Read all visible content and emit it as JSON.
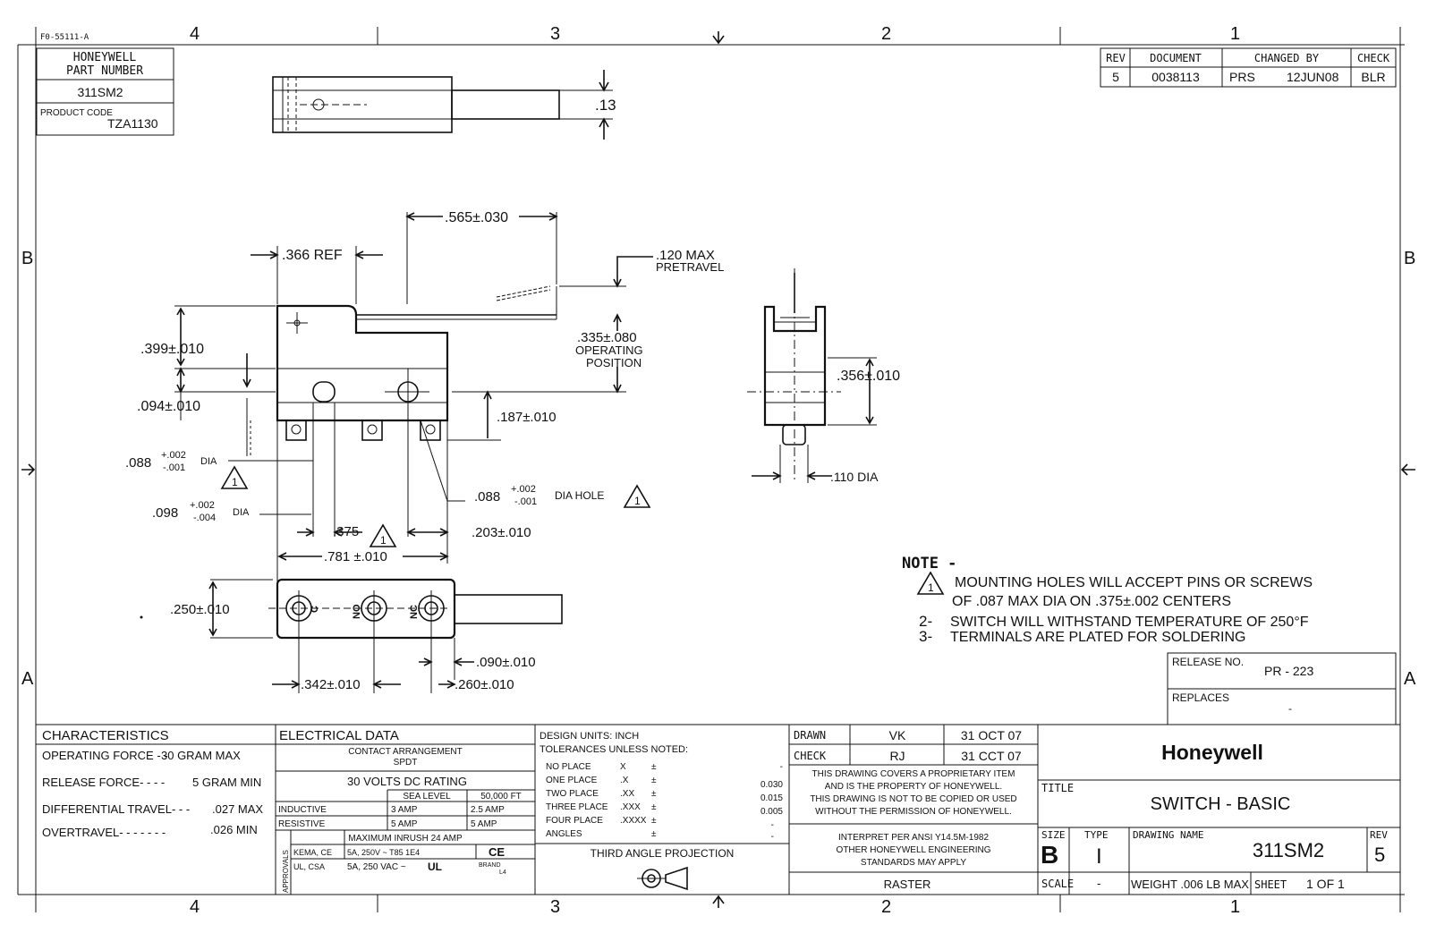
{
  "form_number": "F0-55111-A",
  "zones": {
    "top": [
      "4",
      "3",
      "2",
      "1"
    ],
    "bottom": [
      "4",
      "3",
      "2",
      "1"
    ],
    "left": [
      "B",
      "A"
    ],
    "right": [
      "B",
      "A"
    ]
  },
  "part_box": {
    "label_line1": "HONEYWELL",
    "label_line2": "PART NUMBER",
    "part_number": "311SM2",
    "product_code_label": "PRODUCT CODE",
    "product_code": "TZA1130"
  },
  "revision_block": {
    "headers": [
      "REV",
      "DOCUMENT",
      "CHANGED BY",
      "CHECK"
    ],
    "rev": "5",
    "document": "0038113",
    "changed_by": "PRS",
    "date": "12JUN08",
    "check": "BLR"
  },
  "dimensions": {
    "top_thickness": ".13",
    "d565": ".565±.030",
    "d366": ".366 REF",
    "pretravel_1": ".120 MAX",
    "pretravel_2": "PRETRAVEL",
    "d399": ".399±.010",
    "op_pos_1": ".335±.080",
    "op_pos_2": "OPERATING",
    "op_pos_3": "POSITION",
    "d094": ".094±.010",
    "d187": ".187±.010",
    "d088_base": ".088",
    "d088_tol_up": "+.002",
    "d088_tol_dn": "-.001",
    "d088_dia": "DIA",
    "hole_base": ".088",
    "hole_tol_up": "+.002",
    "hole_tol_dn": "-.001",
    "hole_text": "DIA HOLE",
    "d098_base": ".098",
    "d098_tol_up": "+.002",
    "d098_tol_dn": "-.004",
    "d098_dia": "DIA",
    "d375": ".375",
    "d203": ".203±.010",
    "d781": ".781 ±.010",
    "d250": ".250±.010",
    "d090": ".090±.010",
    "d342": ".342±.010",
    "d260": ".260±.010",
    "d356": ".356±.010",
    "d110": ".110 DIA",
    "term_c": "C",
    "term_no": "NO",
    "term_nc": "NC",
    "warn_symbol": "1"
  },
  "notes": {
    "title": "NOTE -",
    "n1_line1": "MOUNTING HOLES WILL ACCEPT PINS OR SCREWS",
    "n1_line2": "OF .087 MAX DIA ON .375±.002 CENTERS",
    "n2_num": "2-",
    "n2": "SWITCH WILL WITHSTAND TEMPERATURE OF 250°F",
    "n3_num": "3-",
    "n3": "TERMINALS ARE PLATED FOR SOLDERING"
  },
  "release": {
    "release_label": "RELEASE NO.",
    "release_no": "PR - 223",
    "replaces_label": "REPLACES",
    "replaces": "-"
  },
  "characteristics": {
    "title": "CHARACTERISTICS",
    "rows": [
      {
        "label": "OPERATING FORCE - -",
        "value": "30  GRAM  MAX"
      },
      {
        "label": "RELEASE FORCE- - - -",
        "value": "5  GRAM   MIN"
      },
      {
        "label": "DIFFERENTIAL TRAVEL- - -",
        "value": ".027 MAX"
      },
      {
        "label": "OVERTRAVEL- - - - - - -",
        "value": ".026 MIN"
      }
    ]
  },
  "electrical": {
    "title": "ELECTRICAL DATA",
    "contact_1": "CONTACT ARRANGEMENT",
    "contact_2": "SPDT",
    "rating": "30 VOLTS DC RATING",
    "col_sea": "SEA LEVEL",
    "col_ft": "50,000 FT",
    "inductive": "INDUCTIVE",
    "ind_sea": "3 AMP",
    "ind_ft": "2.5 AMP",
    "resistive": "RESISTIVE",
    "res_sea": "5 AMP",
    "res_ft": "5 AMP",
    "inrush": "MAXIMUM INRUSH    24 AMP",
    "approvals": "APPROVALS",
    "kema": "KEMA, CE",
    "kema_val": "5A, 250V ~  T85 1E4",
    "ce": "CE",
    "ul": "UL, CSA",
    "ul_val": "5A, 250 VAC ~",
    "ul_mark": "UL",
    "brand": "BRAND",
    "brand_val": "L4"
  },
  "design": {
    "units": "DESIGN UNITS:  INCH",
    "tol": "TOLERANCES UNLESS NOTED:",
    "rows": [
      {
        "label": "NO PLACE",
        "x": "X",
        "pm": "±",
        "val": "-"
      },
      {
        "label": "ONE PLACE",
        "x": ".X",
        "pm": "±",
        "val": "0.030"
      },
      {
        "label": "TWO PLACE",
        "x": ".XX",
        "pm": "±",
        "val": "0.015"
      },
      {
        "label": "THREE PLACE",
        "x": ".XXX",
        "pm": "±",
        "val": "0.005"
      },
      {
        "label": "FOUR PLACE",
        "x": ".XXXX",
        "pm": "±",
        "val": "-"
      },
      {
        "label": "ANGLES",
        "x": "",
        "pm": "±",
        "val": "-"
      }
    ],
    "projection": "THIRD ANGLE PROJECTION"
  },
  "signoff": {
    "drawn_label": "DRAWN",
    "drawn_by": "VK",
    "drawn_date": "31 OCT 07",
    "check_label": "CHECK",
    "check_by": "RJ",
    "check_date": "31 CCT 07",
    "prop_1": "THIS DRAWING COVERS A PROPRIETARY ITEM",
    "prop_2": "AND IS THE PROPERTY OF HONEYWELL.",
    "prop_3": "THIS DRAWING IS NOT TO BE COPIED OR USED",
    "prop_4": "WITHOUT THE PERMISSION OF HONEYWELL.",
    "ansi_1": "INTERPRET PER ANSI Y14.5M-1982",
    "ansi_2": "OTHER HONEYWELL ENGINEERING",
    "ansi_3": "STANDARDS MAY APPLY",
    "raster": "RASTER"
  },
  "title_block": {
    "logo": "Honeywell",
    "title_label": "TITLE",
    "title": "SWITCH - BASIC",
    "size_label": "SIZE",
    "size": "B",
    "type_label": "TYPE",
    "type": "I",
    "drawing_name_label": "DRAWING NAME",
    "drawing_name": "311SM2",
    "rev_label": "REV",
    "rev": "5",
    "scale_label": "SCALE",
    "scale": "-",
    "weight": "WEIGHT .006 LB MAX",
    "sheet_label": "SHEET",
    "sheet": "1 OF 1"
  }
}
